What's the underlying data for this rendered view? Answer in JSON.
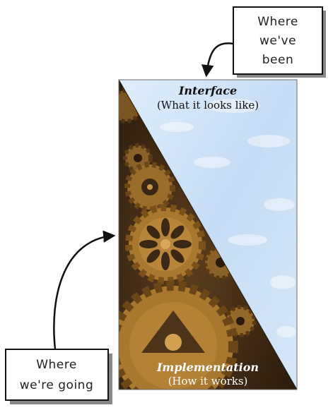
{
  "top_panel": {
    "title": "Interface",
    "subtitle": "(What it looks like)"
  },
  "bottom_panel": {
    "title": "Implementation",
    "subtitle": "(How it works)"
  },
  "callout_past": {
    "line1": "Where",
    "line2": "we've",
    "line3": "been"
  },
  "callout_future": {
    "line1": "Where",
    "line2": "we're going"
  },
  "colors": {
    "sky": "#cfe2f6",
    "gear_dark": "#3a2714",
    "gear_brass": "#a9782f",
    "ink": "#111111"
  }
}
